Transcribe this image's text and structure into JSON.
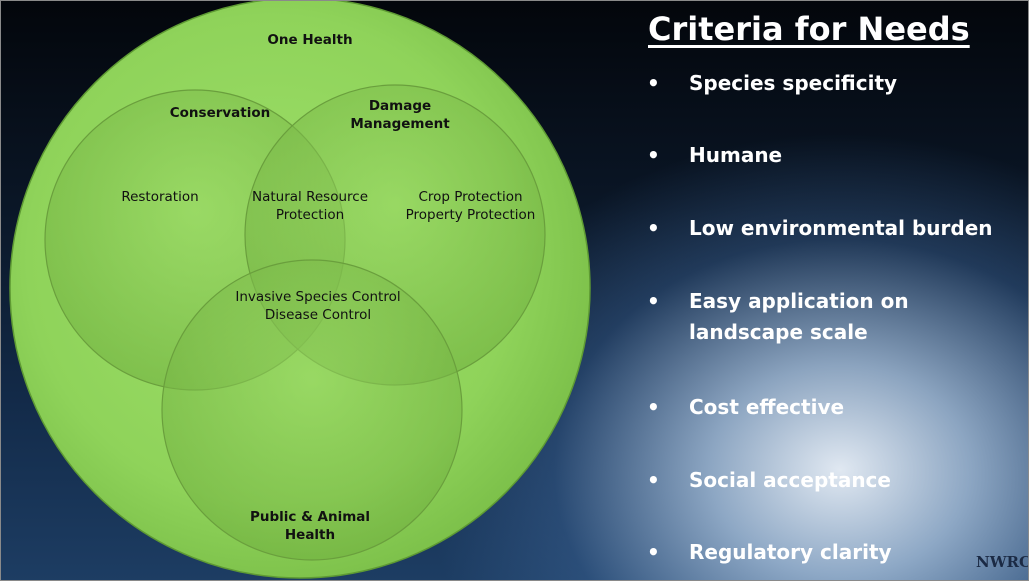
{
  "slide": {
    "title": "Criteria for Needs",
    "bullet_glyph": "•",
    "criteria": [
      {
        "line1": "Species specificity"
      },
      {
        "line1": "Humane"
      },
      {
        "line1": "Low environmental burden"
      },
      {
        "line1": "Easy application on",
        "line2": "landscape scale"
      },
      {
        "line1": "Cost effective"
      },
      {
        "line1": "Social acceptance"
      },
      {
        "line1": "Regulatory clarity"
      }
    ],
    "logo_text": "NWRC",
    "colors": {
      "circle_fill": "#8fd35a",
      "circle_dark": "#6fb43d",
      "title_color": "#ffffff",
      "text_color": "#ffffff"
    }
  },
  "venn": {
    "outer": "One Health",
    "conservation": "Conservation",
    "damage_management": {
      "line1": "Damage",
      "line2": "Management"
    },
    "public_animal_health": {
      "line1": "Public & Animal",
      "line2": "Health"
    },
    "restoration": "Restoration",
    "natural_resource_protection": {
      "line1": "Natural Resource",
      "line2": "Protection"
    },
    "crop_property": {
      "line1": "Crop Protection",
      "line2": "Property Protection"
    },
    "invasive_disease": {
      "line1": "Invasive Species Control",
      "line2": "Disease Control"
    }
  }
}
